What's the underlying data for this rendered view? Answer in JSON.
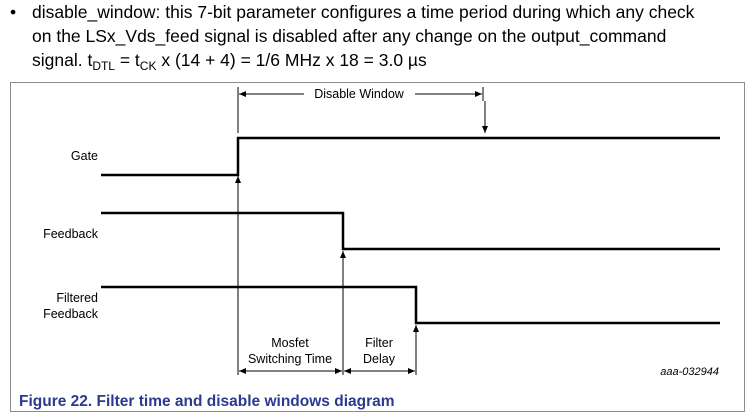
{
  "paragraph": {
    "bullet": "•",
    "line1": "disable_window: this 7-bit parameter configures a time period during which any check",
    "line2": "on the LSx_Vds_feed signal is disabled after any change on the output_command",
    "line3_a": "signal. t",
    "line3_sub1": "DTL",
    "line3_b": " = t",
    "line3_sub2": "CK",
    "line3_c": " x (14 + 4) = 1/6 MHz x 18 = 3.0 µs"
  },
  "diagram": {
    "signals": [
      {
        "label": "Gate"
      },
      {
        "label": "Feedback"
      },
      {
        "label_line1": "Filtered",
        "label_line2": "Feedback"
      }
    ],
    "disable_window_label": "Disable Window",
    "mosfet_label_line1": "Mosfet",
    "mosfet_label_line2": "Switching Time",
    "filter_label_line1": "Filter",
    "filter_label_line2": "Delay",
    "figure_id": "aaa-032944"
  },
  "caption": "Figure 22.  Filter time and disable windows diagram"
}
